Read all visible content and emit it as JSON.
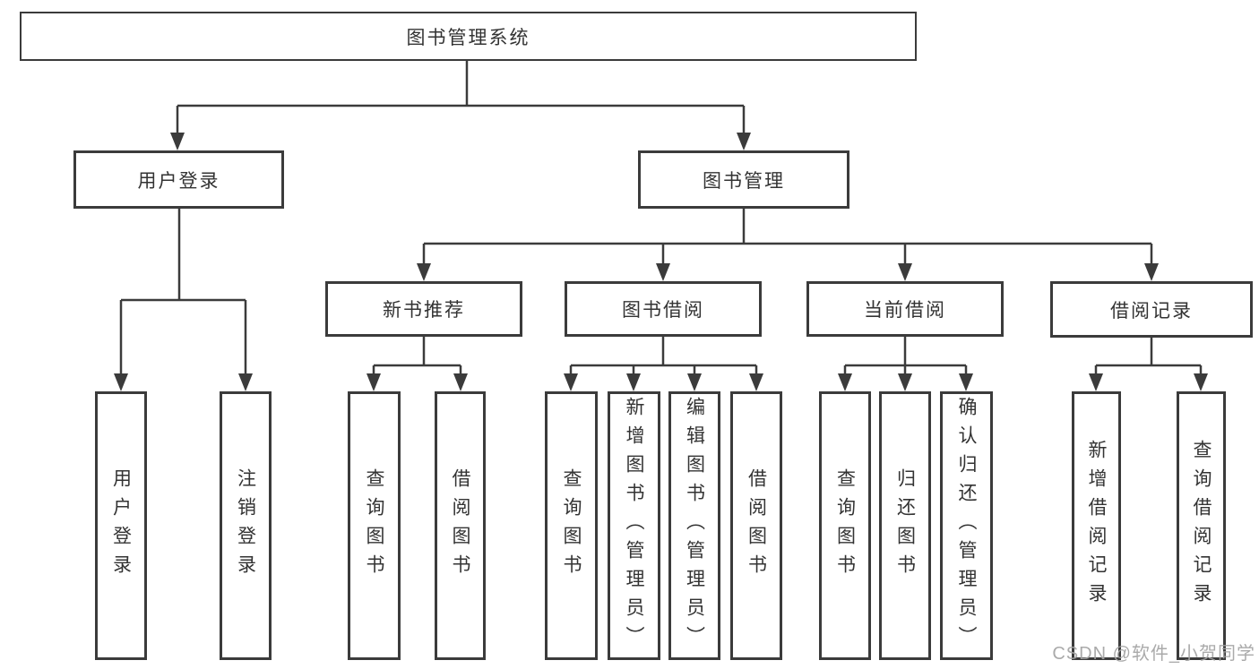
{
  "tree": {
    "root": {
      "label": "图书管理系统"
    },
    "branches": [
      {
        "label": "用户登录",
        "children": [
          {
            "label": "用户登录"
          },
          {
            "label": "注销登录"
          }
        ]
      },
      {
        "label": "图书管理",
        "children": [
          {
            "label": "新书推荐",
            "children": [
              {
                "label": "查询图书"
              },
              {
                "label": "借阅图书"
              }
            ]
          },
          {
            "label": "图书借阅",
            "children": [
              {
                "label": "查询图书"
              },
              {
                "label": "新增图书（管理员）"
              },
              {
                "label": "编辑图书（管理员）"
              },
              {
                "label": "借阅图书"
              }
            ]
          },
          {
            "label": "当前借阅",
            "children": [
              {
                "label": "查询图书"
              },
              {
                "label": "归还图书"
              },
              {
                "label": "确认归还（管理员）"
              }
            ]
          },
          {
            "label": "借阅记录",
            "children": [
              {
                "label": "新增借阅记录"
              },
              {
                "label": "查询借阅记录"
              }
            ]
          }
        ]
      }
    ]
  },
  "watermark": {
    "text": "CSDN @软件_小贺同学"
  },
  "colors": {
    "line": "#3b3b3b",
    "border": "#3b3b3b",
    "text": "#333333",
    "background": "#ffffff",
    "watermark": "#a3a3a3"
  }
}
